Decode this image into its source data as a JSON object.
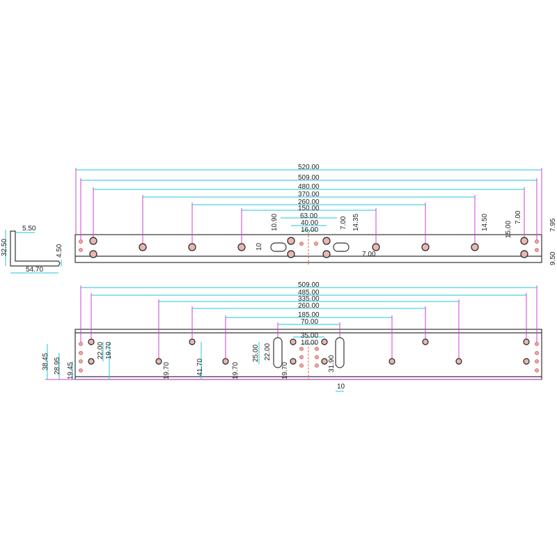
{
  "side_view": {
    "d1": "5.50",
    "d2": "32.50",
    "d3": "4.50",
    "d4": "54.70"
  },
  "top_view": {
    "dims": [
      "520.00",
      "509.00",
      "480.00",
      "370.00",
      "260.00",
      "150.00",
      "63.00",
      "40.00",
      "16.00"
    ],
    "local": {
      "a": "10.90",
      "b": "10",
      "c": "7.00",
      "d": "14.35",
      "e": "7.00",
      "f": "14.50",
      "g": "15.00",
      "h": "7.00",
      "i": "7.95",
      "j": "9.50"
    }
  },
  "bottom_view": {
    "dims": [
      "509.00",
      "485.00",
      "335.00",
      "260.00",
      "185.00",
      "70.00",
      "35.00",
      "16.00"
    ],
    "local": {
      "a": "38.45",
      "b": "28.95",
      "c": "19.45",
      "d": "22.00",
      "e": "19.70",
      "f": "19.70",
      "g": "41.70",
      "h": "19.70",
      "i": "25.00",
      "j": "22.00",
      "k": "19.70",
      "l": "31.90",
      "m": "10"
    }
  }
}
